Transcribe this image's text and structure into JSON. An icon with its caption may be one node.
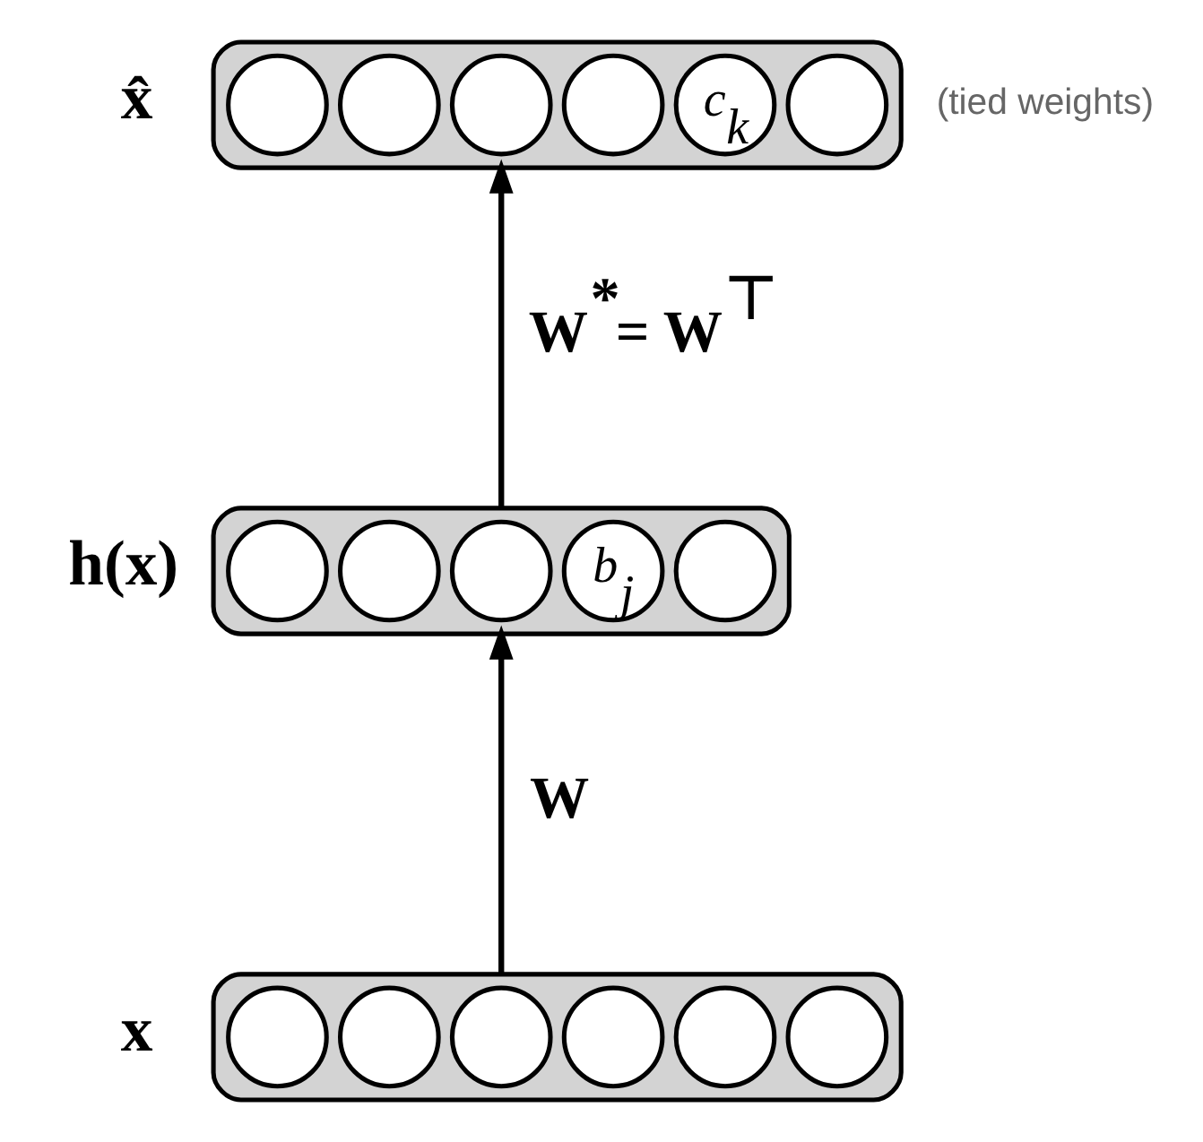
{
  "diagram": {
    "nodes": [
      {
        "text": [],
        "beside": [
          "x̂"
        ],
        "shape": "box"
      },
      {
        "text": [],
        "shape": "circle",
        "in": 0
      },
      {
        "text": [
          "c$_{k}$"
        ],
        "in": 0
      },
      {
        "text": [],
        "shape": "circle",
        "in": 0
      },
      {
        "text": [],
        "shape": "circle",
        "in": 0
      },
      {
        "text": [],
        "shape": "circle",
        "in": 0
      },
      {
        "text": [],
        "shape": "circle",
        "in": 0
      },
      {
        "text": [],
        "beside": [
          "h(x)"
        ],
        "shape": "box"
      },
      {
        "text": [],
        "shape": "circle",
        "in": 7
      },
      {
        "text": [
          "b$_{j}$"
        ],
        "in": 7
      },
      {
        "text": [],
        "shape": "circle",
        "in": 7
      },
      {
        "text": [],
        "shape": "circle",
        "in": 7
      },
      {
        "text": [],
        "shape": "circle",
        "in": 7
      },
      {
        "text": [],
        "beside": [
          "x"
        ],
        "shape": "box"
      },
      {
        "text": [],
        "shape": "circle",
        "in": 13
      },
      {
        "text": [],
        "shape": "circle",
        "in": 13
      },
      {
        "text": [],
        "shape": "circle",
        "in": 13
      },
      {
        "text": [],
        "shape": "circle",
        "in": 13
      },
      {
        "text": [],
        "shape": "circle",
        "in": 13
      },
      {
        "text": [],
        "shape": "circle",
        "in": 13
      }
    ],
    "edges": [
      {
        "from": 13,
        "to": 7,
        "arrow": "to",
        "label": "W"
      },
      {
        "from": 7,
        "to": 0,
        "arrow": "to",
        "label": "W$^{*}$= W$^{⊤}$"
      }
    ],
    "labels": [
      "(tied weights)"
    ]
  }
}
